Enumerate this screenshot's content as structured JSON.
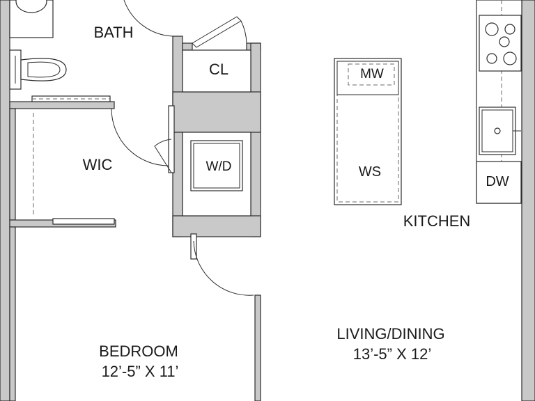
{
  "rooms": {
    "bath": "BATH",
    "closet": "CL",
    "wic": "WIC",
    "washer_dryer": "W/D",
    "microwave": "MW",
    "work_station": "WS",
    "dishwasher": "DW",
    "kitchen": "KITCHEN",
    "living_dining": "LIVING/DINING",
    "living_dining_size": "13’-5” X 12’",
    "bedroom": "BEDROOM",
    "bedroom_size": "12’-5” X 11’"
  }
}
